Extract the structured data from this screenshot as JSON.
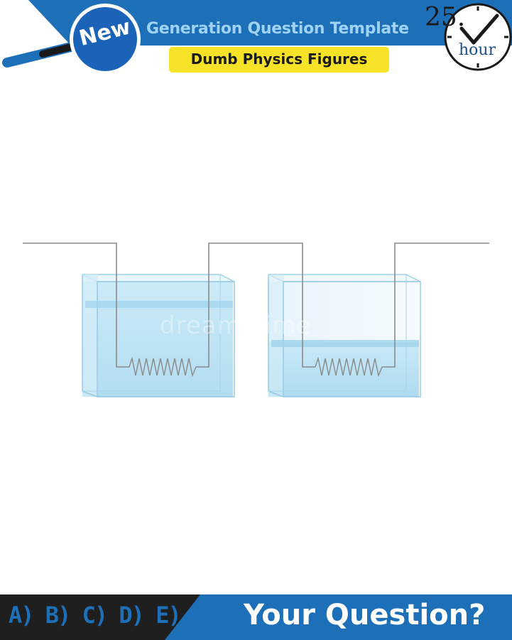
{
  "header": {
    "badge": "New",
    "title": "Generation Question Template",
    "subtitle": "Dumb Physics Figures",
    "clock_number": "25.",
    "clock_unit": "hour"
  },
  "watermark": "dreamstime",
  "footer": {
    "answers": "A) B) C) D) E)",
    "question": "Your Question?"
  },
  "colors": {
    "brand_blue": "#1d6fb8",
    "badge_blue": "#1a63b8",
    "highlight_yellow": "#f6e227",
    "footer_dark": "#1f1f1f",
    "water": "#b9e1f2",
    "glass_edge": "#8fc7e3",
    "wire": "#8a8a8a"
  },
  "icons": [
    "magnifier-icon",
    "clock-icon",
    "checkmark-icon",
    "resistor-icon"
  ]
}
